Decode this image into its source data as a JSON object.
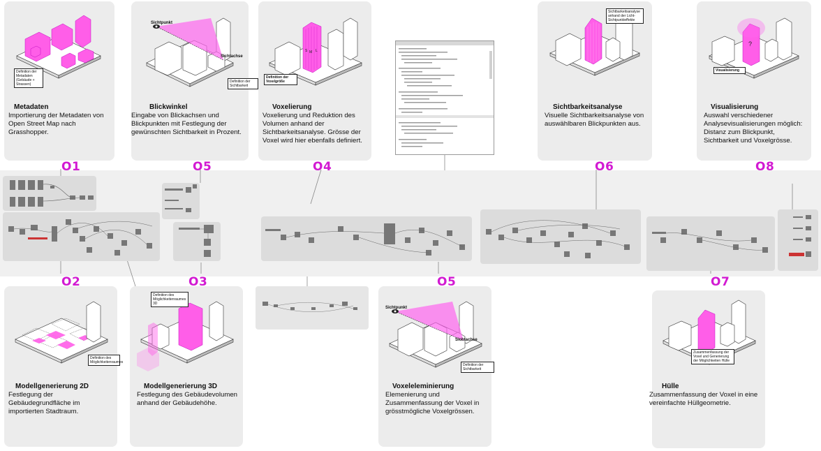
{
  "steps": [
    {
      "num": "O1",
      "title": "Metadaten",
      "desc": "Importierung der Metadaten von Open Street Map nach Grasshopper.",
      "callouts": [
        "Definition der Metadaten (Gebäude + Strassen)"
      ]
    },
    {
      "num": "O5",
      "title": "Blickwinkel",
      "desc": "Eingabe von Blickachsen und Blickpunkten mit Festlegung der gewünschten Sichtbarkeit in Prozent.",
      "callouts": [
        "Sichtpunkt",
        "Sichtachse",
        "Definition der Sichtbarkeit"
      ]
    },
    {
      "num": "O4",
      "title": "Voxelierung",
      "desc": "Voxelierung und Reduktion des Volumen anhand der Sichtbarkeitsanalyse. Grösse der Voxel wird hier ebenfalls definiert.",
      "callouts": [
        "Definition der Voxelgröße"
      ],
      "sizes": [
        "S",
        "M",
        "L"
      ]
    },
    {
      "num": "O6",
      "title": "Sichtbarkeitsanalyse",
      "desc": "Visuelle Sichtbarkeitsanalyse von auswählbaren Blickpunkten aus.",
      "callouts": [
        "Sichtbarkeitsanalyse anhand der Licht-Sichtpunkteffekte"
      ]
    },
    {
      "num": "O8",
      "title": "Visualisierung",
      "desc": "Auswahl verschiedener Analysevisualisierungen möglich: Distanz zum Blickpunkt, Sichtbarkeit und Voxelgrösse.",
      "callouts": [
        "Visualisierung"
      ],
      "glyph": "?"
    },
    {
      "num": "O2",
      "title": "Modellgenerierung 2D",
      "desc": "Festlegung der Gebäudegrundfläche im importierten Stadtraum.",
      "callouts": [
        "Definition des Möglichkeitenraumes"
      ]
    },
    {
      "num": "O3",
      "title": "Modellgenerierung 3D",
      "desc": "Festlegung des Gebäudevolumen anhand der Gebäudehöhe.",
      "callouts": [
        "Definition des Möglichkeitenraumes 3D"
      ]
    },
    {
      "num": "O5",
      "title": "Voxeleleminierung",
      "desc": "Elemenierung und Zusammenfassung der Voxel in grösstmögliche Voxelgrössen.",
      "callouts": [
        "Sichtpunkt",
        "Sichtachse",
        "Definition der Sichtbarkeit"
      ]
    },
    {
      "num": "O7",
      "title": "Hülle",
      "desc": "Zusammenfassung der Voxel in eine vereinfachte Hüllgeometrie.",
      "callouts": [
        "Zusammenfassung der Voxel und Generierung der Möglichkeiten Hülle"
      ]
    }
  ],
  "colors": {
    "accent": "#d21ad2",
    "magenta_fill": "#ff66f0",
    "card_bg": "#ececec",
    "strip_bg": "#f0f0f0",
    "node_box": "#dcdcdc"
  }
}
